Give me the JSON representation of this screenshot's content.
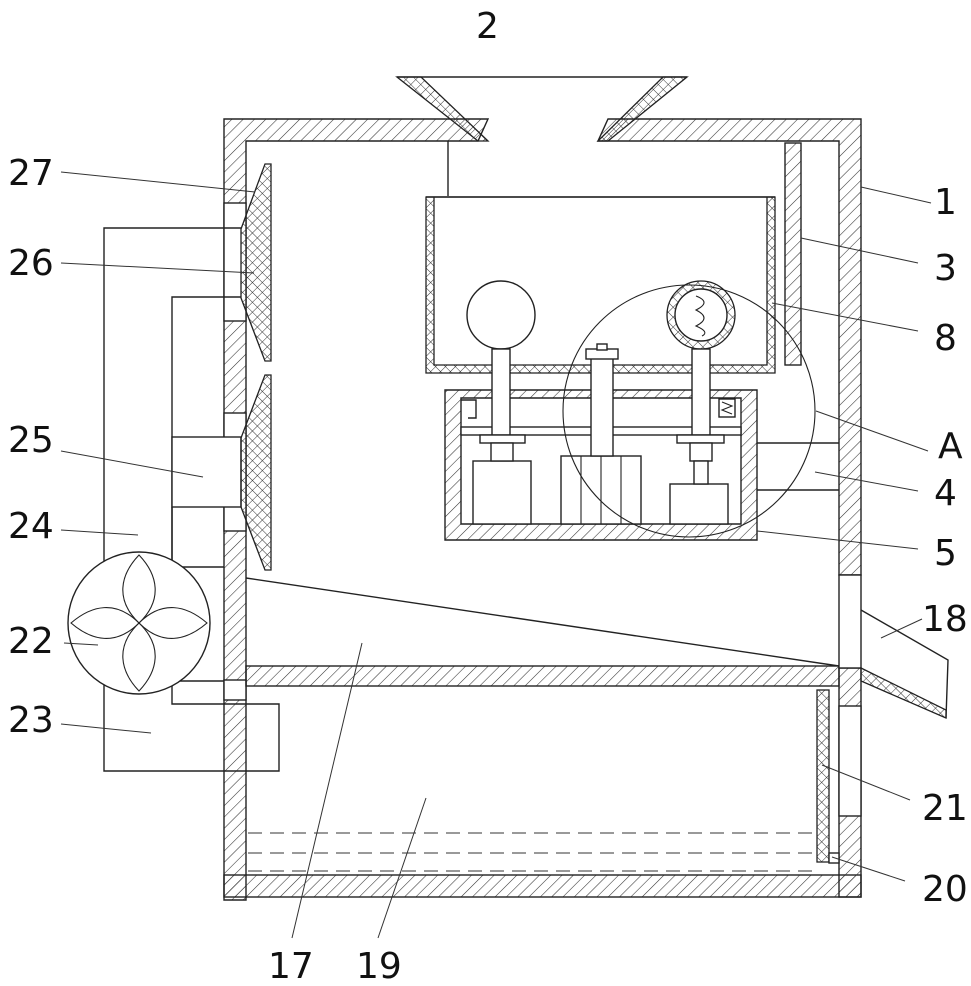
{
  "labels": {
    "l1": "1",
    "l2": "2",
    "l3": "3",
    "l4": "4",
    "l5": "5",
    "l8": "8",
    "lA": "A",
    "l17": "17",
    "l18": "18",
    "l19": "19",
    "l20": "20",
    "l21": "21",
    "l22": "22",
    "l23": "23",
    "l24": "24",
    "l25": "25",
    "l26": "26",
    "l27": "27"
  }
}
